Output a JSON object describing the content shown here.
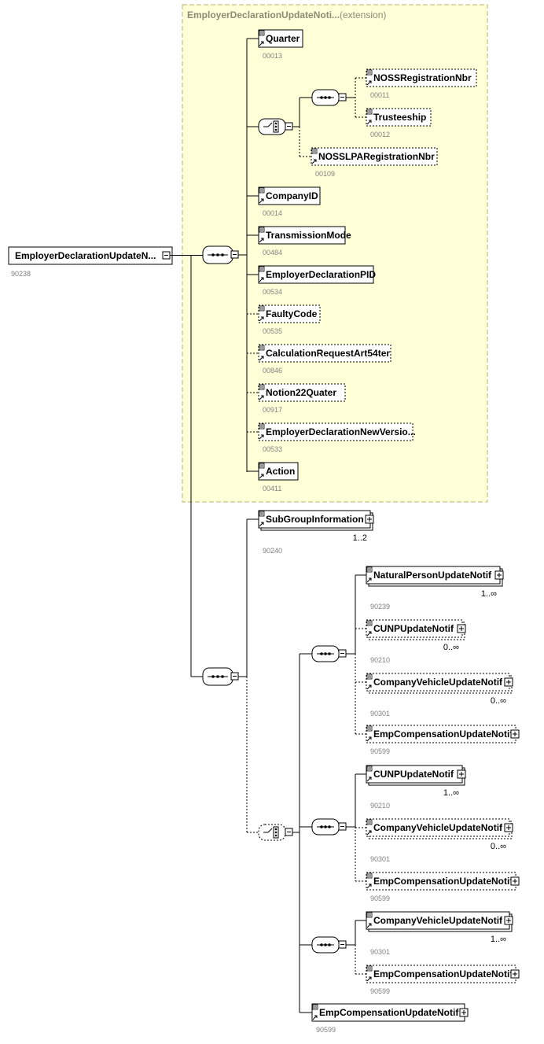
{
  "root": {
    "label": "EmployerDeclarationUpdateN...",
    "code": "90238"
  },
  "extension": {
    "title": "EmployerDeclarationUpdateNoti...",
    "suffix": "(extension)"
  },
  "ext_elements": [
    {
      "label": "Quarter",
      "code": "00013",
      "optional": false
    },
    {
      "label": "CompanyID",
      "code": "00014",
      "optional": false
    },
    {
      "label": "TransmissionMode",
      "code": "00484",
      "optional": false
    },
    {
      "label": "EmployerDeclarationPID",
      "code": "00534",
      "optional": false
    },
    {
      "label": "FaultyCode",
      "code": "00535",
      "optional": true
    },
    {
      "label": "CalculationRequestArt54ter",
      "code": "00846",
      "optional": true
    },
    {
      "label": "Notion22Quater",
      "code": "00917",
      "optional": true
    },
    {
      "label": "EmployerDeclarationNewVersio...",
      "code": "00533",
      "optional": true
    },
    {
      "label": "Action",
      "code": "00411",
      "optional": false
    }
  ],
  "choice_elements": [
    {
      "label": "NOSSRegistrationNbr",
      "code": "00011",
      "optional": true
    },
    {
      "label": "Trusteeship",
      "code": "00012",
      "optional": true
    },
    {
      "label": "NOSSLPARegistrationNbr",
      "code": "00109",
      "optional": true
    }
  ],
  "subgroup": {
    "label": "SubGroupInformation",
    "code": "90240",
    "card": "1..2"
  },
  "seq1": [
    {
      "label": "NaturalPersonUpdateNotif",
      "code": "90239",
      "card": "1..∞",
      "optional": false
    },
    {
      "label": "CUNPUpdateNotif",
      "code": "90210",
      "card": "0..∞",
      "optional": true
    },
    {
      "label": "CompanyVehicleUpdateNotif",
      "code": "90301",
      "card": "0..∞",
      "optional": true
    },
    {
      "label": "EmpCompensationUpdateNotif",
      "code": "90599",
      "card": "",
      "optional": true
    }
  ],
  "seq2": [
    {
      "label": "CUNPUpdateNotif",
      "code": "90210",
      "card": "1..∞",
      "optional": false
    },
    {
      "label": "CompanyVehicleUpdateNotif",
      "code": "90301",
      "card": "0..∞",
      "optional": true
    },
    {
      "label": "EmpCompensationUpdateNotif",
      "code": "90599",
      "card": "",
      "optional": true
    }
  ],
  "seq3": [
    {
      "label": "CompanyVehicleUpdateNotif",
      "code": "90301",
      "card": "1..∞",
      "optional": false
    },
    {
      "label": "EmpCompensationUpdateNotif",
      "code": "90599",
      "card": "",
      "optional": true
    }
  ],
  "last": {
    "label": "EmpCompensationUpdateNotif",
    "code": "90599"
  }
}
